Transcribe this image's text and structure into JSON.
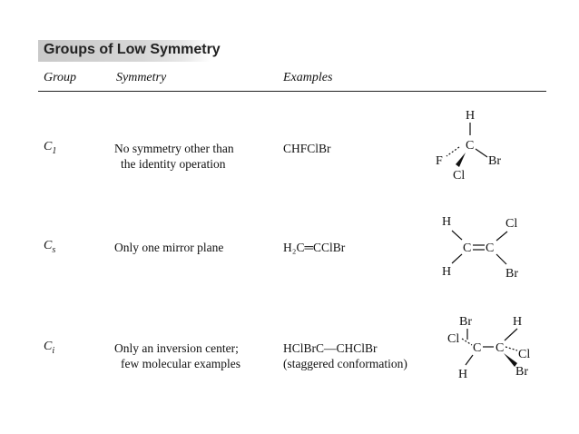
{
  "title": "Groups of Low Symmetry",
  "headers": {
    "group": "Group",
    "symmetry": "Symmetry",
    "examples": "Examples"
  },
  "rows": [
    {
      "group": {
        "letter": "C",
        "sub": "1"
      },
      "symmetry": [
        "No symmetry other than",
        "the identity operation"
      ],
      "example": [
        "CHFClBr"
      ]
    },
    {
      "group": {
        "letter": "C",
        "sub": "s"
      },
      "symmetry": [
        "Only one mirror plane"
      ],
      "example": [
        "H₂C═CClBr"
      ]
    },
    {
      "group": {
        "letter": "C",
        "sub": "i"
      },
      "symmetry": [
        "Only an inversion center;",
        "few molecular examples"
      ],
      "example": [
        "HClBrC—CHClBr",
        "(staggered conformation)"
      ]
    }
  ],
  "structures": {
    "chfclbr": {
      "h": "H",
      "c": "C",
      "f": "F",
      "br": "Br",
      "cl": "Cl"
    },
    "h2ccclbr": {
      "h_top": "H",
      "cl_top": "Cl",
      "c1": "C",
      "c2": "C",
      "h_bot": "H",
      "br_bot": "Br"
    },
    "hclbrc_chclbr": {
      "br_top": "Br",
      "h_top": "H",
      "cl_left": "Cl",
      "c1": "C",
      "c2": "C",
      "cl_right": "Cl",
      "h_bot": "H",
      "br_bot": "Br"
    }
  }
}
